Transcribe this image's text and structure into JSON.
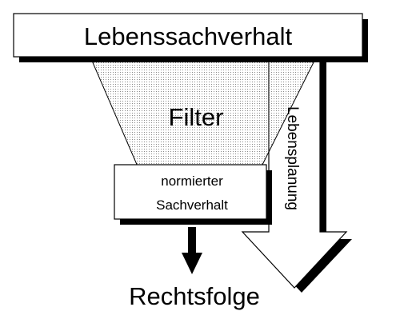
{
  "diagram": {
    "top_box_label": "Lebenssachverhalt",
    "funnel_label": "Filter",
    "inner_box_line1": "normierter",
    "inner_box_line2": "Sachverhalt",
    "side_arrow_label": "Lebensplanung",
    "result_label": "Rechtsfolge"
  },
  "colors": {
    "stroke": "#000000",
    "box_fill": "#ffffff",
    "shadow": "#000000",
    "funnel_dots": "#8a8a8a"
  }
}
